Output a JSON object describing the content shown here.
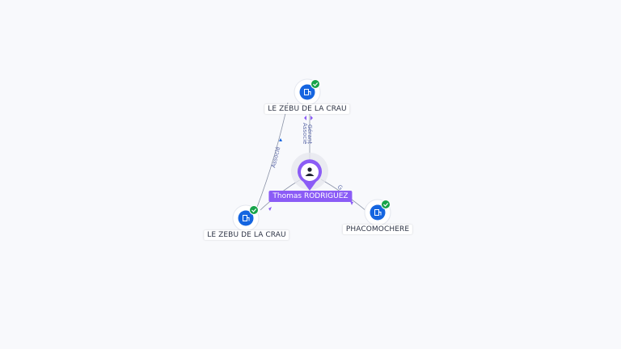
{
  "colors": {
    "person": "#8b5cf6",
    "company": "#1565e0",
    "check": "#16a34a",
    "edge": "#8b93a7",
    "edge_label": "#5d6aa8"
  },
  "person": {
    "name": "Thomas RODRIGUEZ",
    "icon": "user-icon"
  },
  "companies": [
    {
      "name": "LE ZEBU DE LA CRAU",
      "icon": "building-icon",
      "badge": "check-icon"
    },
    {
      "name": "LE ZEBU DE LA CRAU",
      "icon": "building-icon",
      "badge": "check-icon"
    },
    {
      "name": "PHACOMOCHERE",
      "icon": "building-icon",
      "badge": "check-icon"
    }
  ],
  "edges": [
    {
      "label": "Gérant"
    },
    {
      "label": "Associé"
    },
    {
      "label": "Associé"
    },
    {
      "label": "G"
    }
  ]
}
